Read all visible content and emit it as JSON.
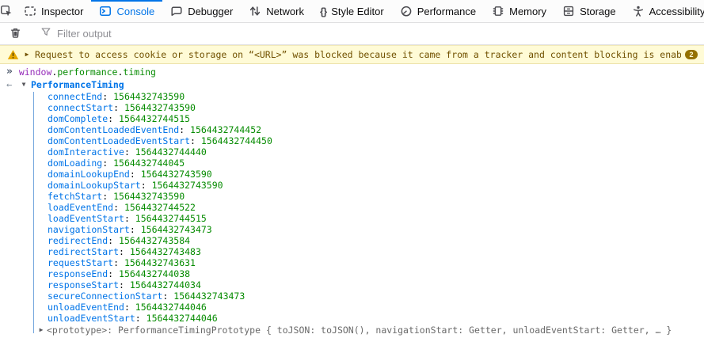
{
  "toolbar": {
    "tabs": [
      {
        "label": "Inspector",
        "icon": "inspector-icon"
      },
      {
        "label": "Console",
        "icon": "console-icon",
        "active": true
      },
      {
        "label": "Debugger",
        "icon": "debugger-icon"
      },
      {
        "label": "Network",
        "icon": "network-icon"
      },
      {
        "label": "Style Editor",
        "icon": "style-editor-icon"
      },
      {
        "label": "Performance",
        "icon": "performance-icon"
      },
      {
        "label": "Memory",
        "icon": "memory-icon"
      },
      {
        "label": "Storage",
        "icon": "storage-icon"
      },
      {
        "label": "Accessibility",
        "icon": "accessibility-icon"
      }
    ],
    "pick_element_icon": "pick-element-icon",
    "overflow_chevron_icon": "chevron-left-icon"
  },
  "filter_bar": {
    "placeholder": "Filter output",
    "clear_icon": "trash-icon",
    "filter_icon": "funnel-icon"
  },
  "warning": {
    "message": "Request to access cookie or storage on “<URL>” was blocked because it came from a tracker and content blocking is enabled.",
    "count": "2",
    "icon": "warning-triangle-icon"
  },
  "console_input": {
    "object": "window",
    "sep1": ".",
    "property1": "performance",
    "sep2": ".",
    "property2": "timing"
  },
  "result": {
    "object_name": "PerformanceTiming",
    "separator": ": ",
    "properties": [
      {
        "name": "connectEnd",
        "value": "1564432743590"
      },
      {
        "name": "connectStart",
        "value": "1564432743590"
      },
      {
        "name": "domComplete",
        "value": "1564432744515"
      },
      {
        "name": "domContentLoadedEventEnd",
        "value": "1564432744452"
      },
      {
        "name": "domContentLoadedEventStart",
        "value": "1564432744450"
      },
      {
        "name": "domInteractive",
        "value": "1564432744440"
      },
      {
        "name": "domLoading",
        "value": "1564432744045"
      },
      {
        "name": "domainLookupEnd",
        "value": "1564432743590"
      },
      {
        "name": "domainLookupStart",
        "value": "1564432743590"
      },
      {
        "name": "fetchStart",
        "value": "1564432743590"
      },
      {
        "name": "loadEventEnd",
        "value": "1564432744522"
      },
      {
        "name": "loadEventStart",
        "value": "1564432744515"
      },
      {
        "name": "navigationStart",
        "value": "1564432743473"
      },
      {
        "name": "redirectEnd",
        "value": "1564432743584"
      },
      {
        "name": "redirectStart",
        "value": "1564432743483"
      },
      {
        "name": "requestStart",
        "value": "1564432743631"
      },
      {
        "name": "responseEnd",
        "value": "1564432744038"
      },
      {
        "name": "responseStart",
        "value": "1564432744034"
      },
      {
        "name": "secureConnectionStart",
        "value": "1564432743473"
      },
      {
        "name": "unloadEventEnd",
        "value": "1564432744046"
      },
      {
        "name": "unloadEventStart",
        "value": "1564432744046"
      }
    ],
    "prototype_line": "<prototype>: PerformanceTimingPrototype { toJSON: toJSON(), navigationStart: Getter, unloadEventStart: Getter, … }"
  },
  "colors": {
    "accent_blue": "#0074e8",
    "value_green": "#058b00",
    "variable_purple": "#952bb9",
    "warning_bg": "#fffbd6",
    "warning_text": "#715100",
    "badge_bg": "#947100",
    "tree_line_blue": "#74a6dd"
  }
}
